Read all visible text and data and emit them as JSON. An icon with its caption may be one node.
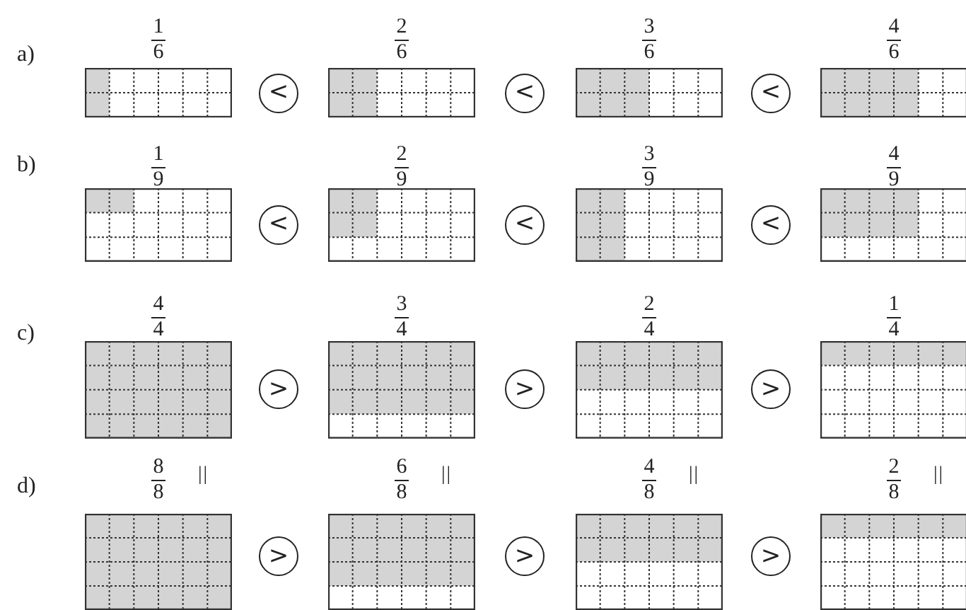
{
  "diagram": {
    "nodes": [
      {
        "text": [
          "1",
          "6"
        ]
      },
      {
        "text": [
          "<"
        ]
      },
      {
        "text": [
          "2",
          "6"
        ]
      },
      {
        "text": [
          "<"
        ]
      },
      {
        "text": [
          "3",
          "6"
        ]
      },
      {
        "text": [
          "<"
        ]
      },
      {
        "text": [
          "4",
          "6"
        ]
      },
      {
        "text": [
          "1",
          "9"
        ]
      },
      {
        "text": [
          "<"
        ]
      },
      {
        "text": [
          "2",
          "9"
        ]
      },
      {
        "text": [
          "<"
        ]
      },
      {
        "text": [
          "3",
          "9"
        ]
      },
      {
        "text": [
          "<"
        ]
      },
      {
        "text": [
          "4",
          "9"
        ]
      },
      {
        "text": [
          "4",
          "4"
        ]
      },
      {
        "text": [
          ">"
        ]
      },
      {
        "text": [
          "3",
          "4"
        ]
      },
      {
        "text": [
          ">"
        ]
      },
      {
        "text": [
          "2",
          "4"
        ]
      },
      {
        "text": [
          ">"
        ]
      },
      {
        "text": [
          "1",
          "4"
        ]
      },
      {
        "text": [
          "8",
          "8"
        ],
        "beside": [
          "||"
        ]
      },
      {
        "text": [
          ">"
        ]
      },
      {
        "text": [
          "6",
          "8"
        ],
        "beside": [
          "||"
        ]
      },
      {
        "text": [
          ">"
        ]
      },
      {
        "text": [
          "4",
          "8"
        ],
        "beside": [
          "||"
        ]
      },
      {
        "text": [
          ">"
        ]
      },
      {
        "text": [
          "2",
          "8"
        ],
        "beside": [
          "||"
        ]
      }
    ],
    "labels": [
      "a)",
      "b)",
      "c)",
      "d)"
    ]
  }
}
